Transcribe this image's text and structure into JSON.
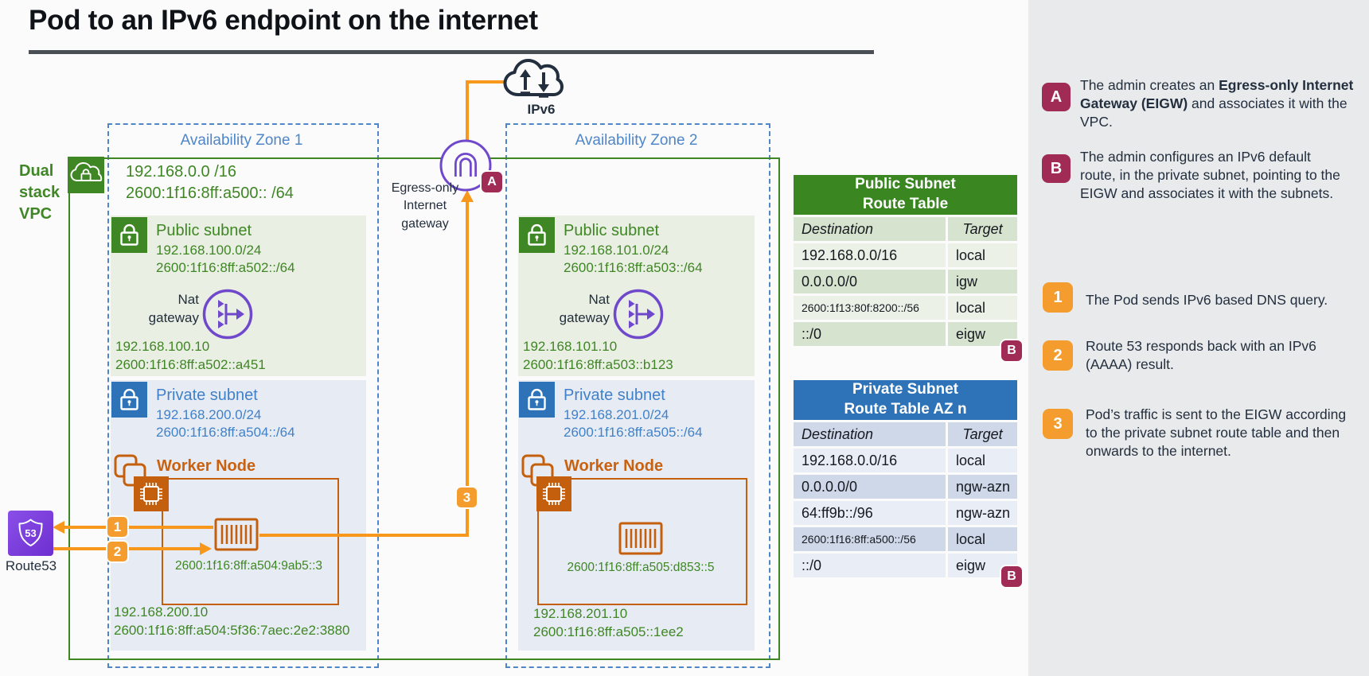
{
  "title": "Pod to an IPv6 endpoint on the internet",
  "colors": {
    "green": "#3F8624",
    "blue": "#2E73B8",
    "light_blue_text": "#4181C9",
    "orange_arrow": "#F7981D",
    "orange_badge": "#F49C2E",
    "orange_node": "#C4600D",
    "maroon_badge": "#A02C56",
    "purple": "#7048CC",
    "navy": "#232F3E",
    "sidebar_bg": "#E9EAEC",
    "public_subnet_bg": "#E9EFE3",
    "private_subnet_bg": "#E7ECF4"
  },
  "diagram": {
    "vpc": {
      "label": "Dual\nstack\nVPC",
      "cidr_v4": "192.168.0.0 /16",
      "cidr_v6": "2600:1f16:8ff:a500:: /64"
    },
    "internet": {
      "label": "IPv6"
    },
    "eigw": {
      "label": "Egress-only\nInternet\ngateway",
      "badge": "A"
    },
    "route53": {
      "label": "Route53"
    },
    "flow_badges": {
      "b1": "1",
      "b2": "2",
      "b3": "3"
    },
    "zones": [
      {
        "title": "Availability Zone 1",
        "public": {
          "name": "Public subnet",
          "cidr_v4": "192.168.100.0/24",
          "cidr_v6": "2600:1f16:8ff:a502::/64",
          "nat_label": "Nat\ngateway",
          "nat_ip_v4": "192.168.100.10",
          "nat_ip_v6": "2600:1f16:8ff:a502::a451"
        },
        "private": {
          "name": "Private subnet",
          "cidr_v4": "192.168.200.0/24",
          "cidr_v6": "2600:1f16:8ff:a504::/64",
          "worker_label": "Worker Node",
          "pod_ip_v6": "2600:1f16:8ff:a504:9ab5::3",
          "node_ip_v4": "192.168.200.10",
          "node_ip_v6": "2600:1f16:8ff:a504:5f36:7aec:2e2:3880"
        }
      },
      {
        "title": "Availability Zone 2",
        "public": {
          "name": "Public subnet",
          "cidr_v4": "192.168.101.0/24",
          "cidr_v6": "2600:1f16:8ff:a503::/64",
          "nat_label": "Nat\ngateway",
          "nat_ip_v4": "192.168.101.10",
          "nat_ip_v6": "2600:1f16:8ff:a503::b123"
        },
        "private": {
          "name": "Private subnet",
          "cidr_v4": "192.168.201.0/24",
          "cidr_v6": "2600:1f16:8ff:a505::/64",
          "worker_label": "Worker Node",
          "pod_ip_v6": "2600:1f16:8ff:a505:d853::5",
          "node_ip_v4": "192.168.201.10",
          "node_ip_v6": "2600:1f16:8ff:a505::1ee2"
        }
      }
    ]
  },
  "route_tables": {
    "public": {
      "title": "Public Subnet\nRoute Table",
      "col_destination": "Destination",
      "col_target": "Target",
      "badge": "B",
      "rows": [
        {
          "destination": "192.168.0.0/16",
          "target": "local"
        },
        {
          "destination": "0.0.0.0/0",
          "target": "igw"
        },
        {
          "destination": "2600:1f13:80f:8200::/56",
          "target": "local"
        },
        {
          "destination": "::/0",
          "target": "eigw"
        }
      ]
    },
    "private": {
      "title": "Private Subnet\nRoute Table AZ n",
      "col_destination": "Destination",
      "col_target": "Target",
      "badge": "B",
      "rows": [
        {
          "destination": "192.168.0.0/16",
          "target": "local"
        },
        {
          "destination": "0.0.0.0/0",
          "target": "ngw-azn"
        },
        {
          "destination": "64:ff9b::/96",
          "target": "ngw-azn"
        },
        {
          "destination": "2600:1f16:8ff:a500::/56",
          "target": "local"
        },
        {
          "destination": "::/0",
          "target": "eigw"
        }
      ]
    }
  },
  "sidebar": {
    "admin_steps": [
      {
        "badge": "A",
        "text_before": "The admin creates an ",
        "text_bold": "Egress-only Internet Gateway (EIGW)",
        "text_after": " and associates it with the VPC."
      },
      {
        "badge": "B",
        "text_before": "The admin configures an IPv6 default route, in the private subnet, pointing to the EIGW and associates it with the subnets.",
        "text_bold": "",
        "text_after": ""
      }
    ],
    "flow_steps": [
      {
        "badge": "1",
        "text": "The Pod sends IPv6 based DNS query."
      },
      {
        "badge": "2",
        "text": "Route 53 responds back with an IPv6 (AAAA) result."
      },
      {
        "badge": "3",
        "text": "Pod’s traffic is sent to the EIGW according to the private subnet route table and then onwards to the internet."
      }
    ]
  }
}
